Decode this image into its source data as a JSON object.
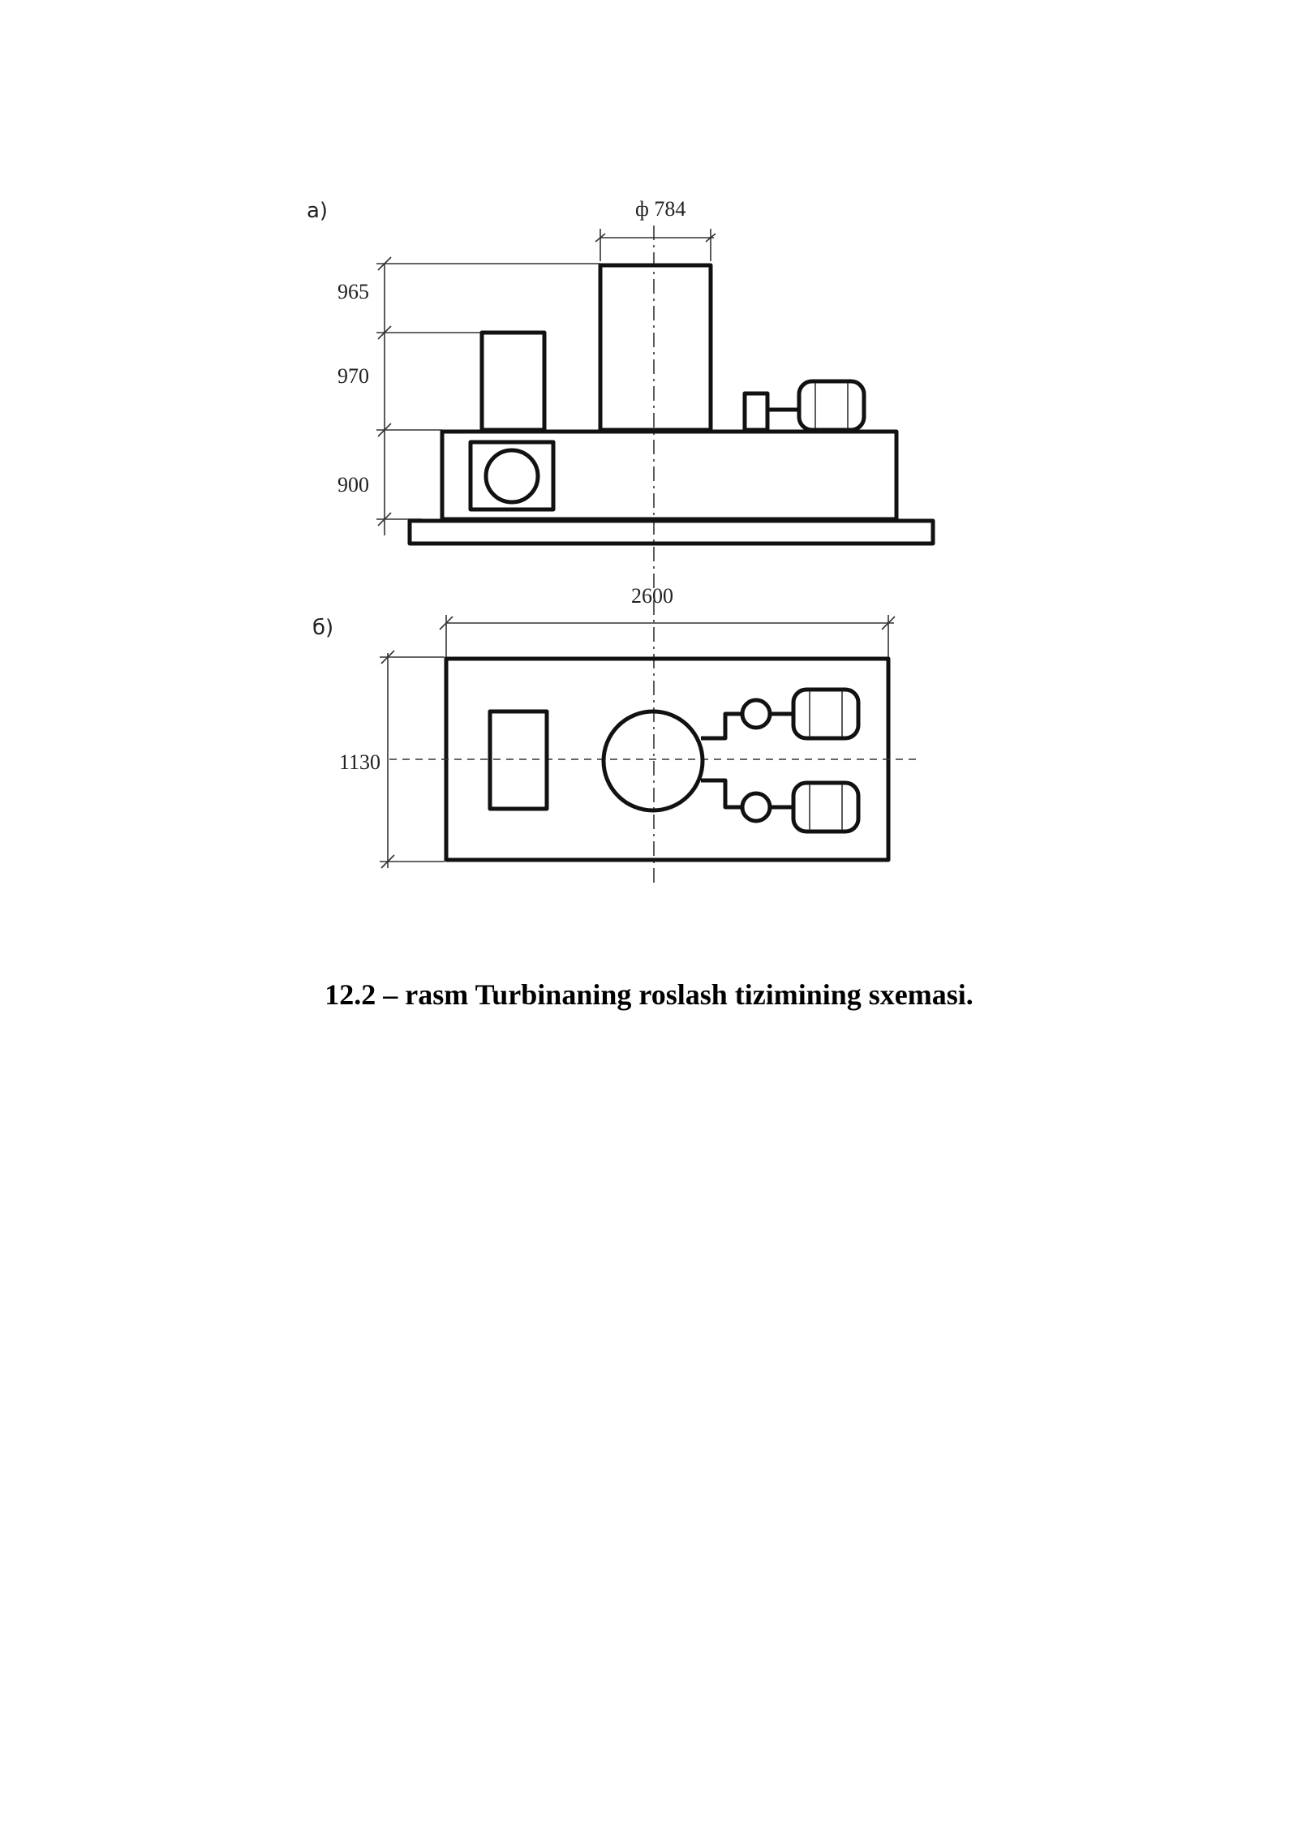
{
  "figure": {
    "view_a_label": "а)",
    "view_b_label": "б)",
    "dimensions": {
      "diameter": "ф 784",
      "height_top": "965",
      "height_mid": "970",
      "height_base": "900",
      "length": "2600",
      "width": "1130"
    }
  },
  "caption": "12.2 – rasm Turbinaning roslash tizimining sxemasi."
}
